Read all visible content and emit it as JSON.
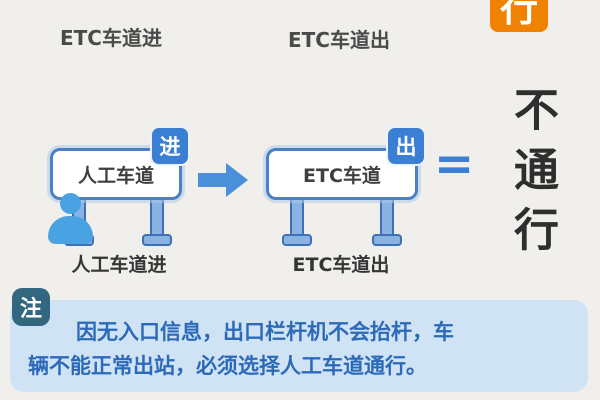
{
  "top": {
    "left_label": "ETC车道进",
    "right_label": "ETC车道出",
    "tile_char": "行"
  },
  "diagram": {
    "left": {
      "sign": "人工车道",
      "badge": "进",
      "caption": "人工车道进"
    },
    "right": {
      "sign": "ETC车道",
      "badge": "出",
      "caption": "ETC车道出"
    },
    "equals": "=",
    "result": "不通行"
  },
  "note": {
    "badge": "注",
    "line1": "因无入口信息，出口栏杆机不会抬杆，车",
    "line2": "辆不能正常出站，必须选择人工车道通行。"
  },
  "colors": {
    "background": "#f1efeb",
    "accent_blue": "#3b7fd4",
    "sign_border_blue": "#4a80c4",
    "person_blue": "#49a3e2",
    "tile_orange": "#ef8200",
    "note_box_bg": "#cfe3f5",
    "note_text_blue": "#2c6ab8",
    "note_badge_dark": "#33677f",
    "result_text": "#2e2e2e"
  }
}
